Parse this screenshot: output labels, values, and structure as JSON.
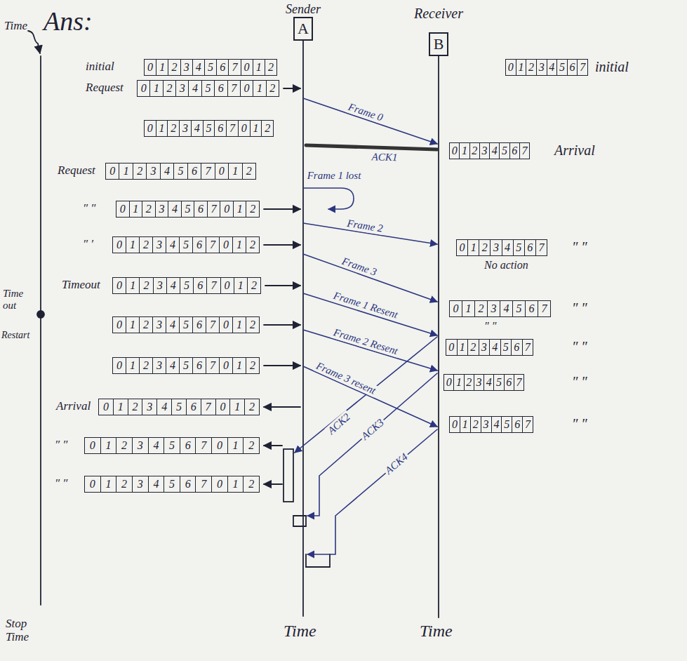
{
  "diagram": {
    "nodes": [
      {
        "text": [
          "Sender",
          "A"
        ]
      },
      {
        "text": [
          "Receiver",
          "B"
        ]
      },
      {
        "text": [
          "0",
          "1",
          "2",
          "3",
          "4",
          "5",
          "6",
          "7",
          "0",
          "1",
          "2"
        ]
      },
      {
        "text": [
          "0",
          "1",
          "2",
          "3",
          "4",
          "5",
          "6",
          "7",
          "0",
          "1",
          "2"
        ]
      },
      {
        "text": [
          "0",
          "1",
          "2",
          "3",
          "4",
          "5",
          "6",
          "7",
          "0",
          "1",
          "2"
        ]
      },
      {
        "text": [
          "0",
          "1",
          "2",
          "3",
          "4",
          "5",
          "6",
          "7",
          "0",
          "1",
          "2"
        ]
      },
      {
        "text": [
          "0",
          "1",
          "2",
          "3",
          "4",
          "5",
          "6",
          "7",
          "0",
          "1",
          "2"
        ]
      },
      {
        "text": [
          "0",
          "1",
          "2",
          "3",
          "4",
          "5",
          "6",
          "7",
          "0",
          "1",
          "2"
        ]
      },
      {
        "text": [
          "0",
          "1",
          "2",
          "3",
          "4",
          "5",
          "6",
          "7",
          "0",
          "1",
          "2"
        ]
      },
      {
        "text": [
          "0",
          "1",
          "2",
          "3",
          "4",
          "5",
          "6",
          "7",
          "0",
          "1",
          "2"
        ]
      },
      {
        "text": [
          "0",
          "1",
          "2",
          "3",
          "4",
          "5",
          "6",
          "7",
          "0",
          "1",
          "2"
        ]
      },
      {
        "text": [
          "0",
          "1",
          "2",
          "3",
          "4",
          "5",
          "6",
          "7",
          "0",
          "1",
          "2"
        ]
      },
      {
        "text": [
          "0",
          "1",
          "2",
          "3",
          "4",
          "5",
          "6",
          "7",
          "0",
          "1",
          "2"
        ]
      },
      {
        "text": [
          "0",
          "1",
          "2",
          "3",
          "4",
          "5",
          "6",
          "7",
          "0",
          "1",
          "2"
        ]
      },
      {
        "text": [
          "0",
          "1",
          "2",
          "3",
          "4",
          "5",
          "6",
          "7"
        ]
      },
      {
        "text": [
          "0",
          "1",
          "2",
          "3",
          "4",
          "5",
          "6",
          "7"
        ]
      },
      {
        "text": [
          "0",
          "1",
          "2",
          "3",
          "4",
          "5",
          "6",
          "7"
        ]
      },
      {
        "text": [
          "0",
          "1",
          "2",
          "3",
          "4",
          "5",
          "6",
          "7"
        ]
      },
      {
        "text": [
          "0",
          "1",
          "2",
          "3",
          "4",
          "5",
          "6",
          "7"
        ]
      },
      {
        "text": [
          "0",
          "1",
          "2",
          "3",
          "4",
          "5",
          "6",
          "7"
        ]
      },
      {
        "text": [
          "0",
          "1",
          "2",
          "3",
          "4",
          "5",
          "6",
          "7"
        ]
      }
    ],
    "labels": [
      "Ans:",
      "Time",
      "Time out",
      "Restart",
      "Stop Time",
      "initial",
      "Request",
      "Request",
      "″ ″",
      "″ ′",
      "Timeout",
      "Arrival",
      "″ ″",
      "″ ″",
      "initial",
      "Arrival",
      "″ ″",
      "No action",
      "″ ″",
      "″ ″",
      "″ ″",
      "″ ″",
      "″ ″",
      "Frame 0",
      "ACK1",
      "Frame 1 lost",
      "Frame 2",
      "Frame 3",
      "Frame 1 Resent",
      "Frame 2 Resent",
      "Frame 3 resent",
      "ACK2",
      "ACK3",
      "ACK4",
      "Time",
      "Time"
    ]
  }
}
